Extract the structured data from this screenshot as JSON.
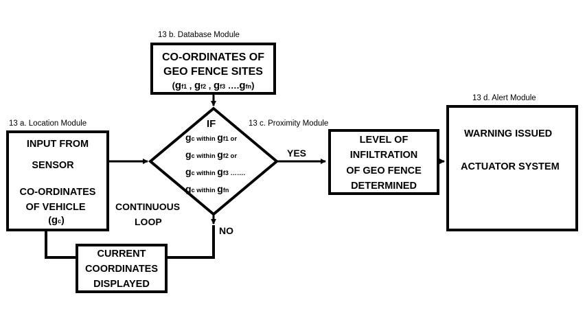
{
  "modules": {
    "database": "13 b.  Database Module",
    "location": "13 a.  Location Module",
    "proximity": "13 c.  Proximity Module",
    "alert": "13 d.  Alert Module"
  },
  "database_box": {
    "line1": "CO-ORDINATES  OF",
    "line2": "GEO FENCE SITES",
    "g1": "g",
    "s1": "f1",
    "sep1": " , ",
    "g2": "g",
    "s2": "f2",
    "sep2": " , ",
    "g3": "g",
    "s3": "f3",
    "sep3": " ….",
    "g4": "g",
    "s4": "fn",
    "open": "(",
    "close": ")"
  },
  "location_box": {
    "line1": "INPUT FROM",
    "line2": "SENSOR",
    "line3": "CO-ORDINATES",
    "line4": "OF VEHICLE",
    "gc_g": "g",
    "gc_sub": "c",
    "gc_open": "(",
    "gc_close": ")"
  },
  "decision": {
    "if": "IF",
    "rows": [
      {
        "g": "g",
        "c": "c",
        "mid": " within ",
        "gf": "g",
        "f": "f1",
        "tail": " or"
      },
      {
        "g": "g",
        "c": "c",
        "mid": " within ",
        "gf": "g",
        "f": "f2",
        "tail": " or"
      },
      {
        "g": "g",
        "c": "c",
        "mid": " within ",
        "gf": "g",
        "f": "f3",
        "tail": " ……."
      },
      {
        "g": "g",
        "c": "c",
        "mid": " within ",
        "gf": "g",
        "f": "fn",
        "tail": ""
      }
    ],
    "yes": "YES",
    "no": "NO",
    "loop1": "CONTINUOUS",
    "loop2": "LOOP"
  },
  "proximity_box": {
    "line1": "LEVEL OF",
    "line2": "INFILTRATION",
    "line3": "OF GEO FENCE",
    "line4": "DETERMINED"
  },
  "alert_box": {
    "line1": "WARNING ISSUED",
    "line2": "ACTUATOR SYSTEM"
  },
  "current_box": {
    "line1": "CURRENT",
    "line2": "COORDINATES",
    "line3": "DISPLAYED"
  }
}
